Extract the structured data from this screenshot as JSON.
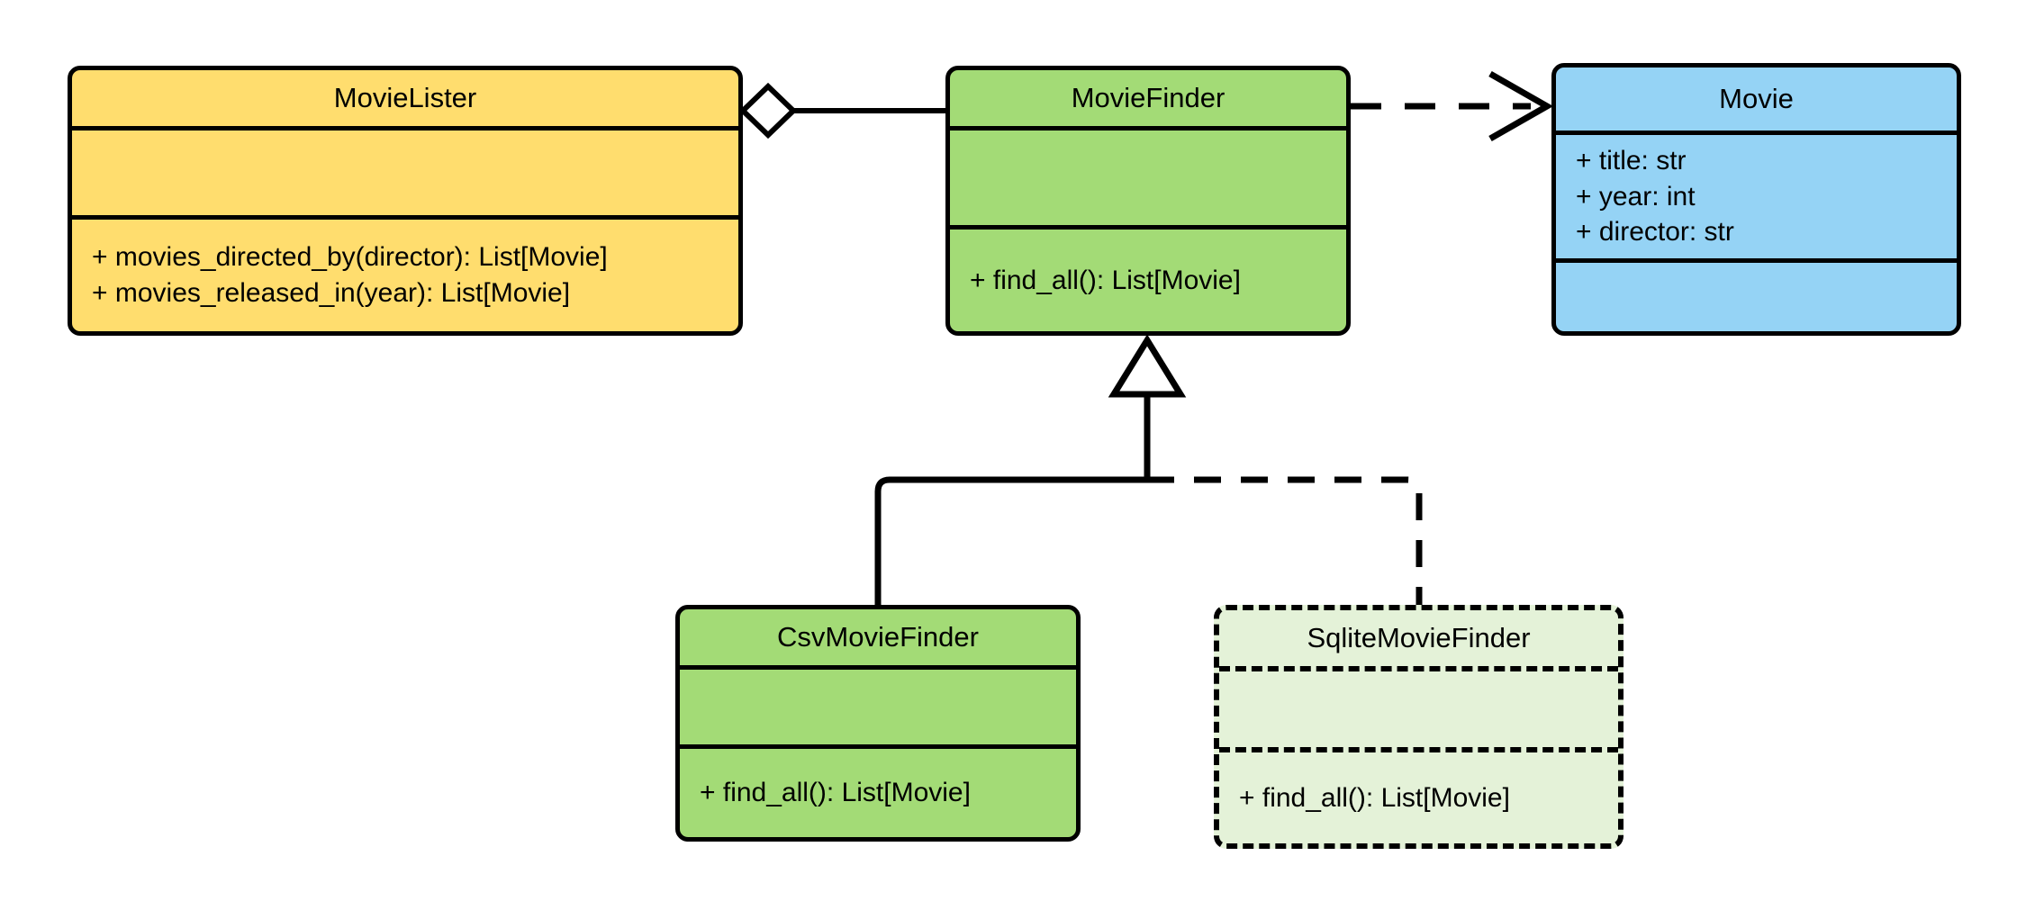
{
  "diagram": {
    "title": "MovieLister dependency injection UML class diagram",
    "type": "uml-class-diagram",
    "background_color": "#FFFFFF",
    "stroke_color": "#000000"
  },
  "palette": {
    "yellow": "#FFDD6E",
    "green": "#A3DB76",
    "blue": "#95D3F5",
    "pale_green": "#E4F2D8",
    "stroke": "#000000"
  },
  "classes": [
    {
      "id": "movie-lister",
      "name": "MovieLister",
      "fill": "#FFDD6E",
      "border_style": "solid",
      "attributes": [],
      "methods": [
        "+ movies_directed_by(director): List[Movie]",
        "+ movies_released_in(year): List[Movie]"
      ]
    },
    {
      "id": "movie-finder",
      "name": "MovieFinder",
      "fill": "#A3DB76",
      "border_style": "solid",
      "attributes": [],
      "methods": [
        "+ find_all(): List[Movie]"
      ]
    },
    {
      "id": "movie",
      "name": "Movie",
      "fill": "#95D3F5",
      "border_style": "solid",
      "attributes": [
        "+ title: str",
        "+ year: int",
        "+ director: str"
      ],
      "methods": []
    },
    {
      "id": "csv-movie-finder",
      "name": "CsvMovieFinder",
      "fill": "#A3DB76",
      "border_style": "solid",
      "attributes": [],
      "methods": [
        "+ find_all(): List[Movie]"
      ]
    },
    {
      "id": "sqlite-movie-finder",
      "name": "SqliteMovieFinder",
      "fill": "#E4F2D8",
      "border_style": "dashed",
      "attributes": [],
      "methods": [
        "+ find_all(): List[Movie]"
      ]
    }
  ],
  "relationships": [
    {
      "id": "aggregation-lister-finder",
      "type": "aggregation",
      "source": "MovieLister",
      "target": "MovieFinder",
      "line_style": "solid",
      "source_marker": "hollow-diamond",
      "target_marker": "none",
      "label": ""
    },
    {
      "id": "dependency-finder-movie",
      "type": "dependency",
      "source": "MovieFinder",
      "target": "Movie",
      "line_style": "dashed",
      "source_marker": "none",
      "target_marker": "open-arrow",
      "label": ""
    },
    {
      "id": "inheritance-csv-finder",
      "type": "generalization",
      "source": "CsvMovieFinder",
      "target": "MovieFinder",
      "line_style": "solid",
      "source_marker": "none",
      "target_marker": "hollow-triangle",
      "label": ""
    },
    {
      "id": "inheritance-sqlite-finder",
      "type": "generalization",
      "source": "SqliteMovieFinder",
      "target": "MovieFinder",
      "line_style": "dashed",
      "source_marker": "none",
      "target_marker": "hollow-triangle",
      "label": ""
    }
  ]
}
